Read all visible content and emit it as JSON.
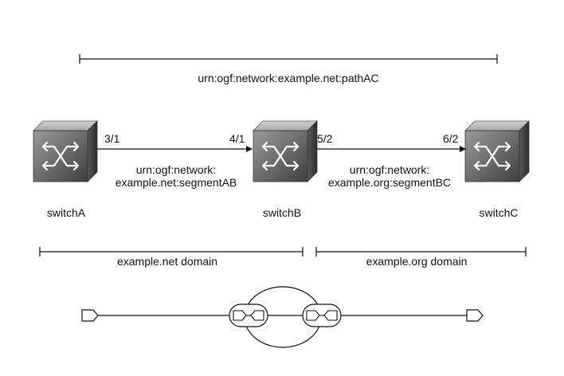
{
  "path": {
    "label": "urn:ogf:network:example.net:pathAC"
  },
  "switches": [
    {
      "name": "switchA",
      "port_out": "3/1"
    },
    {
      "name": "switchB",
      "port_in": "4/1",
      "port_out": "5/2"
    },
    {
      "name": "switchC",
      "port_in": "6/2"
    }
  ],
  "segments": [
    {
      "line1": "urn:ogf:network:",
      "line2": "example.net:segmentAB"
    },
    {
      "line1": "urn:ogf:network:",
      "line2": "example.org:segmentBC"
    }
  ],
  "domains": [
    {
      "label": "example.net domain"
    },
    {
      "label": "example.org domain"
    }
  ],
  "icons": {
    "switch": "network-switch-icon",
    "endpoint": "port-endpoint-icon",
    "connector": "bidirectional-connector-icon"
  }
}
